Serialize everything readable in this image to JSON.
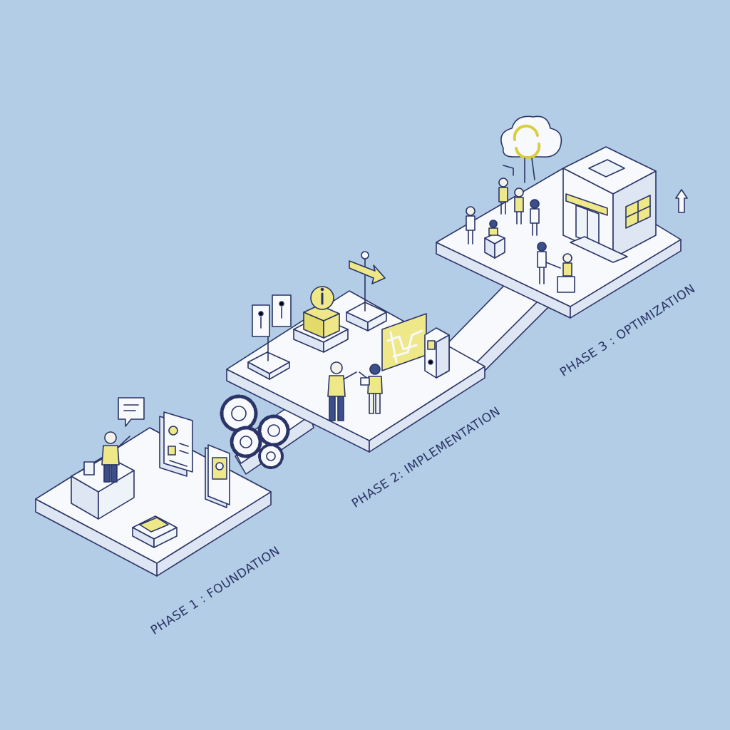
{
  "phases": [
    {
      "label": "PHASE 1 : FOUNDATION"
    },
    {
      "label": "PHASE 2: IMPLEMENTATION"
    },
    {
      "label": "PHASE 3 : OPTIMIZATION"
    }
  ],
  "colors": {
    "background": "#b3cde6",
    "platform": "#f7f9fd",
    "platform_side": "#dfe6f3",
    "outline": "#2a3466",
    "accent": "#eee888",
    "skin": "#f2f2ea"
  },
  "icons": [
    "chat-bubble-icon",
    "profile-card-icon",
    "mobile-profile-icon",
    "gears-icon",
    "restroom-sign-icon",
    "info-sign-icon",
    "direction-arrow-sign-icon",
    "map-board-icon",
    "kiosk-icon",
    "cloud-sync-icon",
    "building-icon",
    "up-arrow-icon"
  ]
}
